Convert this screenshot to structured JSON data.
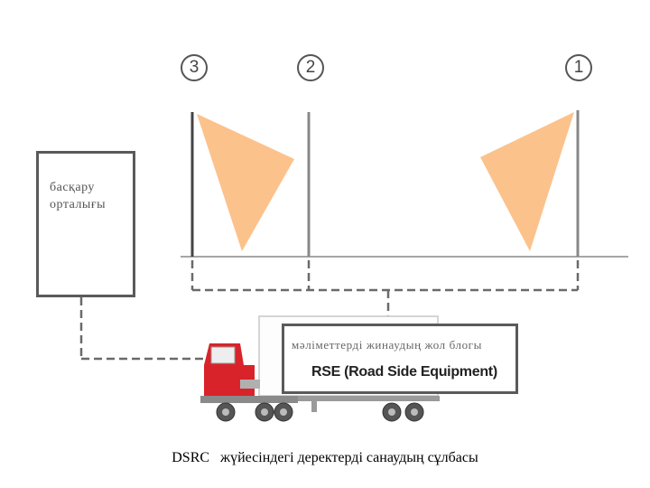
{
  "diagram": {
    "poles": [
      {
        "number": "3"
      },
      {
        "number": "2"
      },
      {
        "number": "1"
      }
    ],
    "control_center": {
      "label": "басқару орталығы"
    },
    "rse_box": {
      "caption": "мәліметтерді жинаудың жол блогы",
      "title": "RSE (Road Side Equipment)"
    },
    "caption": "DSRC   жүйесіндегі деректерді санаудың сұлбасы",
    "colors": {
      "beam": "#fcc28c",
      "line": "#666666",
      "cab": "#d9232a",
      "box_border": "#5a5a5a"
    }
  }
}
